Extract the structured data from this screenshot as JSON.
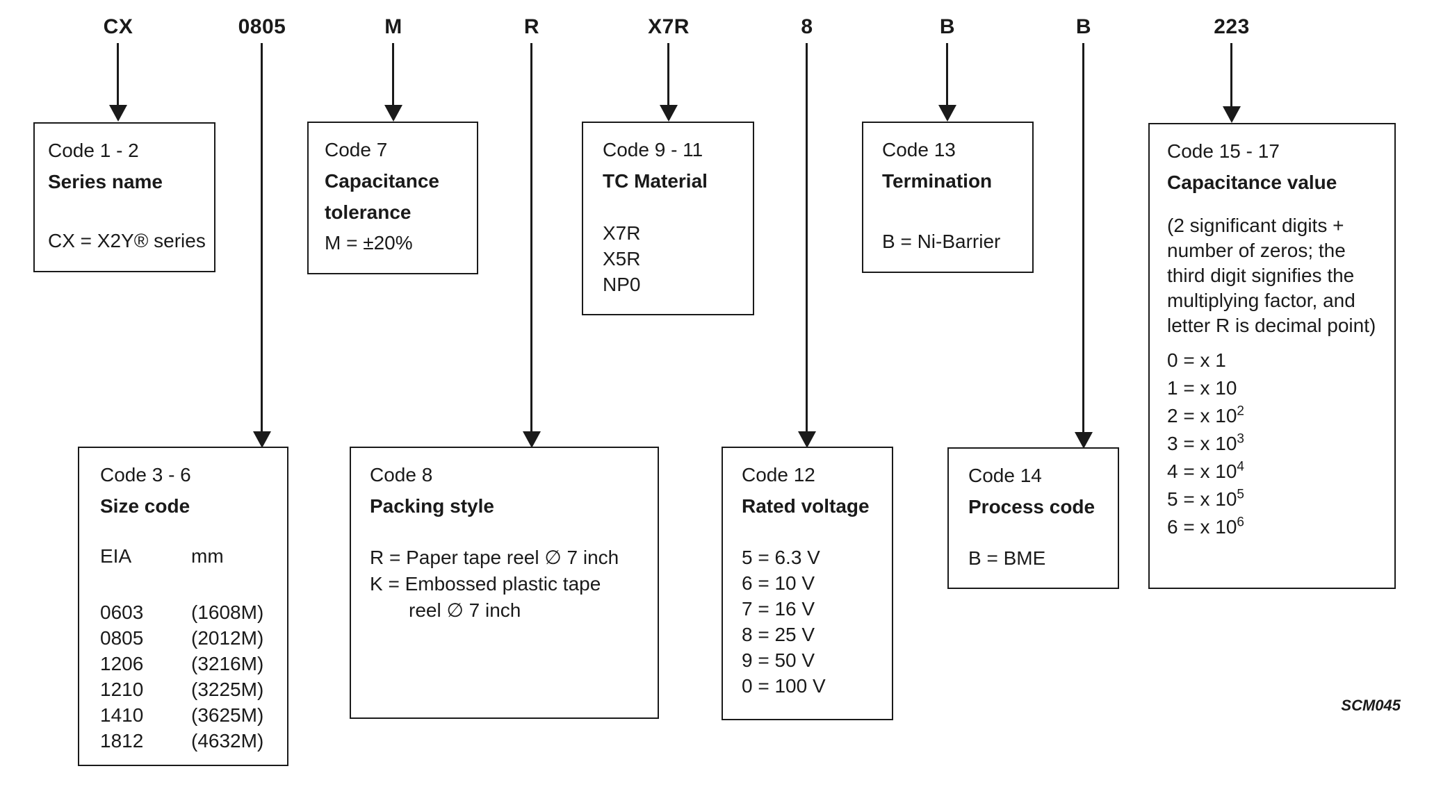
{
  "part_segments": [
    {
      "label": "CX"
    },
    {
      "label": "0805"
    },
    {
      "label": "M"
    },
    {
      "label": "R"
    },
    {
      "label": "X7R"
    },
    {
      "label": "8"
    },
    {
      "label": "B"
    },
    {
      "label": "B"
    },
    {
      "label": "223"
    }
  ],
  "boxes": {
    "series_name": {
      "code": "Code 1 - 2",
      "title": "Series name",
      "value": "CX = X2Y® series"
    },
    "size_code": {
      "code": "Code 3 - 6",
      "title": "Size code",
      "columns": {
        "eia": "EIA",
        "mm": "mm"
      },
      "rows": [
        {
          "eia": "0603",
          "mm": "(1608M)"
        },
        {
          "eia": "0805",
          "mm": "(2012M)"
        },
        {
          "eia": "1206",
          "mm": "(3216M)"
        },
        {
          "eia": "1210",
          "mm": "(3225M)"
        },
        {
          "eia": "1410",
          "mm": "(3625M)"
        },
        {
          "eia": "1812",
          "mm": "(4632M)"
        }
      ]
    },
    "capacitance_tolerance": {
      "code": "Code 7",
      "title": "Capacitance tolerance",
      "value": "M = ±20%"
    },
    "packing_style": {
      "code": "Code 8",
      "title": "Packing style",
      "lines": [
        "R = Paper tape reel ∅ 7 inch",
        "K = Embossed plastic tape",
        "reel ∅ 7 inch"
      ]
    },
    "tc_material": {
      "code": "Code 9 - 11",
      "title": "TC Material",
      "options": [
        "X7R",
        "X5R",
        "NP0"
      ]
    },
    "rated_voltage": {
      "code": "Code 12",
      "title": "Rated voltage",
      "options": [
        "5 = 6.3 V",
        "6 = 10 V",
        "7 = 16 V",
        "8 = 25 V",
        "9 = 50 V",
        "0 = 100 V"
      ]
    },
    "termination": {
      "code": "Code 13",
      "title": "Termination",
      "value": "B = Ni-Barrier"
    },
    "process_code": {
      "code": "Code 14",
      "title": "Process code",
      "value": "B = BME"
    },
    "capacitance_value": {
      "code": "Code 15 - 17",
      "title": "Capacitance value",
      "note": "(2 significant digits + number of zeros; the third digit signifies the multiplying factor, and letter R is decimal point)",
      "multipliers": [
        {
          "base": "0 = x 1",
          "exp": ""
        },
        {
          "base": "1 = x 10",
          "exp": ""
        },
        {
          "base": "2 = x 10",
          "exp": "2"
        },
        {
          "base": "3 = x 10",
          "exp": "3"
        },
        {
          "base": "4 = x 10",
          "exp": "4"
        },
        {
          "base": "5 = x 10",
          "exp": "5"
        },
        {
          "base": "6 = x 10",
          "exp": "6"
        }
      ]
    }
  },
  "footer": {
    "figure_id": "SCM045"
  },
  "colors": {
    "ink": "#1a1a1a",
    "background": "#ffffff"
  }
}
